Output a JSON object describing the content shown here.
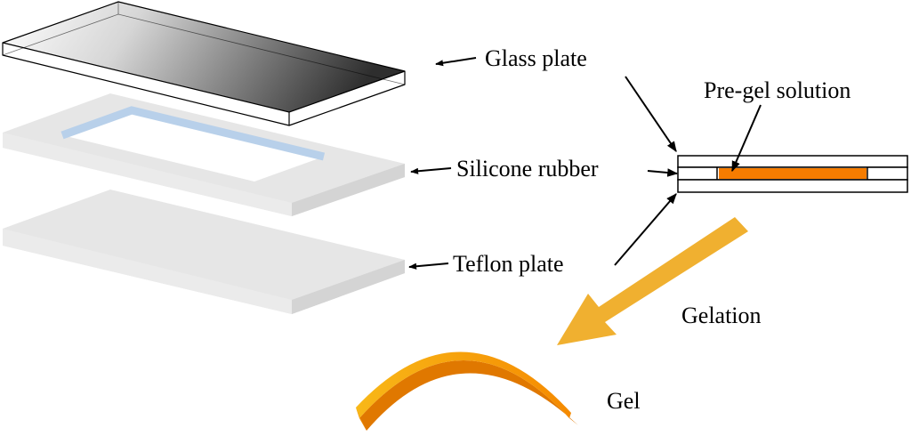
{
  "labels": {
    "glass_plate": "Glass plate",
    "pre_gel_solution": "Pre-gel solution",
    "silicone_rubber": "Silicone rubber",
    "teflon_plate": "Teflon plate",
    "gelation": "Gelation",
    "gel": "Gel"
  },
  "colors": {
    "plate_fill": "#e6e6e6",
    "plate_side": "#d4d4d4",
    "silicone_inner_edge": "#b8d0ea",
    "pre_gel_fill": "#f57c00",
    "gelation_arrow": "#f0b030",
    "gel_gradient_start": "#f8b818",
    "gel_gradient_end": "#f58a00"
  }
}
